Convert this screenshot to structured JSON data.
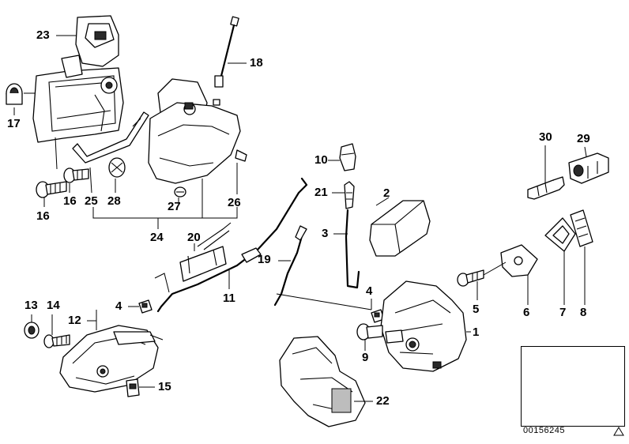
{
  "diagram": {
    "labels": [
      "23",
      "18",
      "17",
      "25",
      "28",
      "16",
      "16",
      "27",
      "26",
      "24",
      "10",
      "21",
      "2",
      "3",
      "20",
      "19",
      "11",
      "4",
      "4",
      "13",
      "14",
      "12",
      "15",
      "1",
      "9",
      "22",
      "30",
      "29",
      "5",
      "6",
      "7",
      "8"
    ],
    "reference_code": "00156245"
  }
}
